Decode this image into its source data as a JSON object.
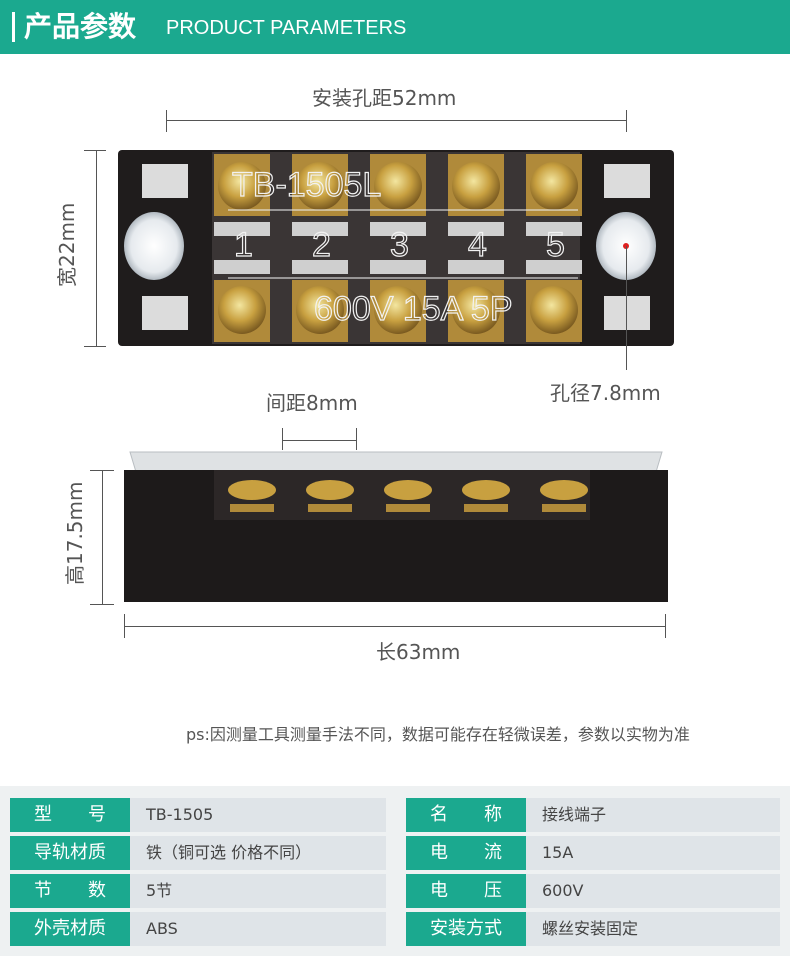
{
  "header": {
    "title_cn": "产品参数",
    "title_en": "PRODUCT PARAMETERS",
    "accent_color": "#1ba98f"
  },
  "product": {
    "model_print": "TB-1505L",
    "terminal_numbers": [
      "1",
      "2",
      "3",
      "4",
      "5"
    ],
    "rating_print": "600V 15A 5P"
  },
  "dimensions": {
    "mount_hole_spacing": "安装孔距52mm",
    "width": "宽22mm",
    "hole_diameter": "孔径7.8mm",
    "pitch": "间距8mm",
    "height": "高17.5mm",
    "length": "长63mm"
  },
  "note": "ps:因测量工具测量手法不同，数据可能存在轻微误差，参数以实物为准",
  "specs": {
    "left": [
      {
        "label": "型　　号",
        "value": "TB-1505"
      },
      {
        "label": "导轨材质",
        "value": "铁（铜可选 价格不同）"
      },
      {
        "label": "节　　数",
        "value": "5节"
      },
      {
        "label": "外壳材质",
        "value": "ABS"
      }
    ],
    "right": [
      {
        "label": "名　　称",
        "value": "接线端子"
      },
      {
        "label": "电　　流",
        "value": "15A"
      },
      {
        "label": "电　　压",
        "value": "600V"
      },
      {
        "label": "安装方式",
        "value": "螺丝安装固定"
      }
    ]
  }
}
